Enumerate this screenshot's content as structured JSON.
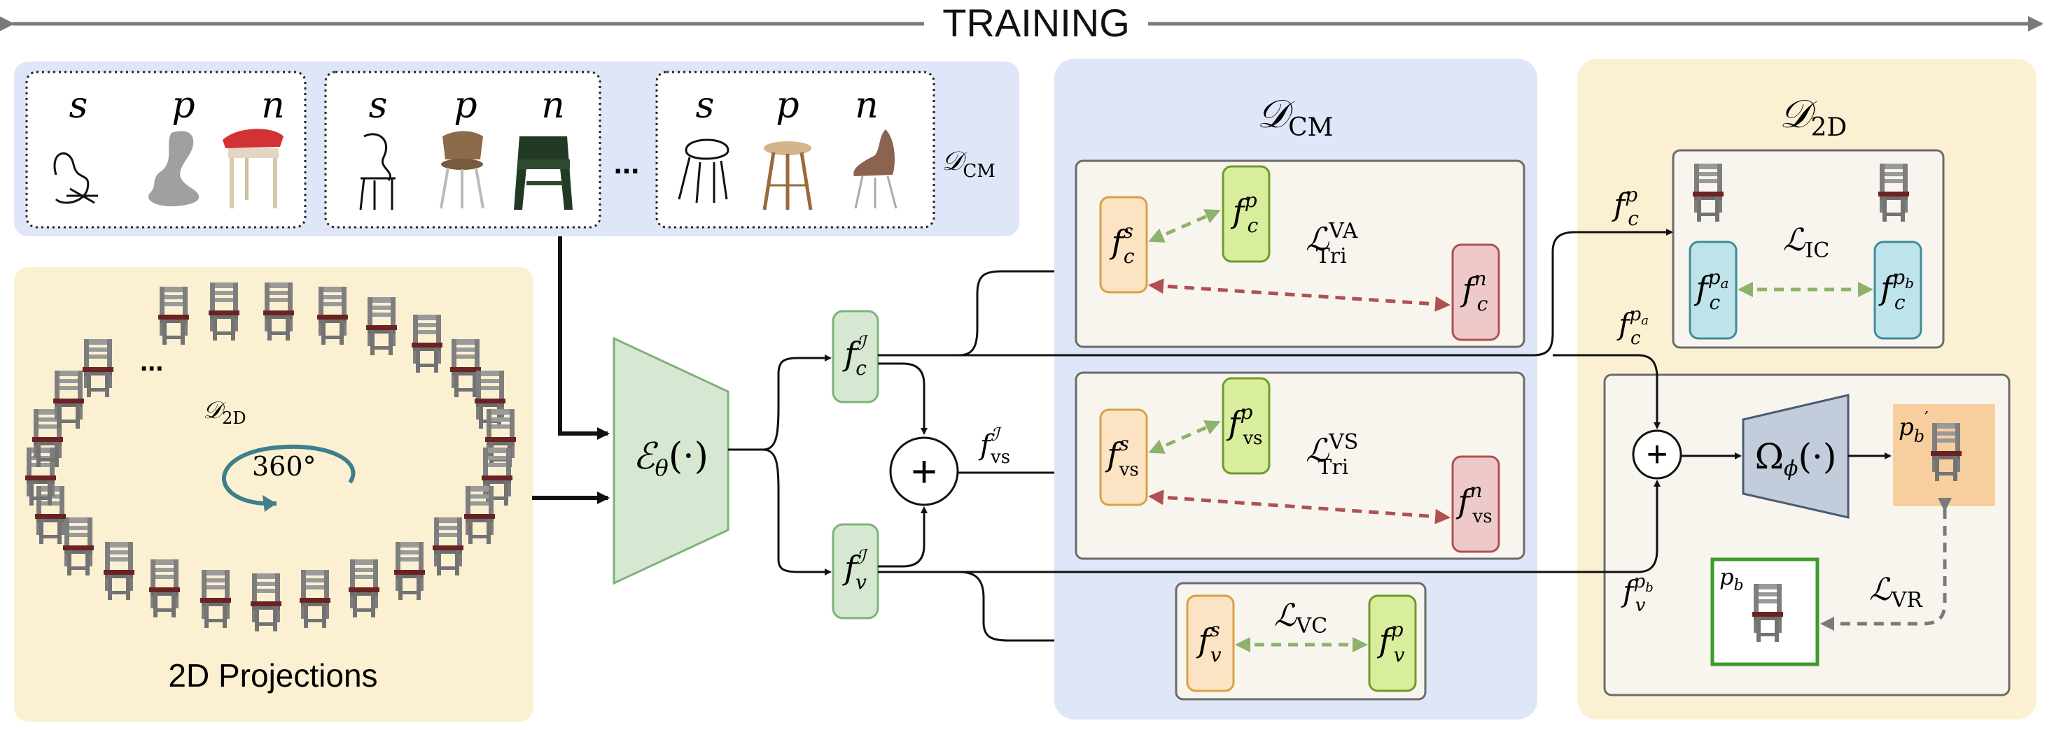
{
  "header": {
    "title": "TRAINING"
  },
  "top_strip": {
    "groups": [
      {
        "labels": [
          "s",
          "p",
          "n"
        ]
      },
      {
        "labels": [
          "s",
          "p",
          "n"
        ]
      },
      {
        "labels": [
          "s",
          "p",
          "n"
        ]
      }
    ],
    "ellipsis": "...",
    "dataset": {
      "main": "𝒟",
      "sub": "CM"
    }
  },
  "projections": {
    "dataset": {
      "main": "𝒟",
      "sub": "2D"
    },
    "rotation": "360°",
    "caption": "2D Projections"
  },
  "encoder": {
    "label": "ℰ",
    "sub": "θ",
    "args": "(·)"
  },
  "features": {
    "fcI": {
      "base": "f",
      "sup": "ℐ",
      "sub": "c"
    },
    "fvI": {
      "base": "f",
      "sup": "ℐ",
      "sub": "v"
    },
    "fvsI": {
      "base": "f",
      "sup": "ℐ",
      "sub": "vs"
    },
    "plus": "+"
  },
  "cm_panel": {
    "dataset": {
      "main": "𝒟",
      "sub": "CM"
    },
    "va_box": {
      "fs": {
        "base": "f",
        "sup": "s",
        "sub": "c"
      },
      "fp": {
        "base": "f",
        "sup": "p",
        "sub": "c"
      },
      "fn": {
        "base": "f",
        "sup": "n",
        "sub": "c"
      },
      "loss": {
        "base": "ℒ",
        "sup": "VA",
        "sub": "Tri"
      }
    },
    "vs_box": {
      "fs": {
        "base": "f",
        "sup": "s",
        "sub": "vs"
      },
      "fp": {
        "base": "f",
        "sup": "p",
        "sub": "vs"
      },
      "fn": {
        "base": "f",
        "sup": "n",
        "sub": "vs"
      },
      "loss": {
        "base": "ℒ",
        "sup": "VS",
        "sub": "Tri"
      }
    },
    "vc_box": {
      "fs": {
        "base": "f",
        "sup": "s",
        "sub": "v"
      },
      "fp": {
        "base": "f",
        "sup": "p",
        "sub": "v"
      },
      "loss": {
        "base": "ℒ",
        "sub": "VC"
      }
    }
  },
  "twod_panel": {
    "dataset": {
      "main": "𝒟",
      "sub": "2D"
    },
    "fcp": {
      "base": "f",
      "sup": "p",
      "sub": "c"
    },
    "fcpa_out": {
      "base": "f",
      "sup": "p",
      "supsub": "a",
      "sub": "c"
    },
    "fvpb_out": {
      "base": "f",
      "sup": "p",
      "supsub": "b",
      "sub": "v"
    },
    "ic_box": {
      "fpa": {
        "base": "f",
        "sup": "p",
        "supsub": "a",
        "sub": "c"
      },
      "fpb": {
        "base": "f",
        "sup": "p",
        "supsub": "b",
        "sub": "c"
      },
      "loss": {
        "base": "ℒ",
        "sub": "IC"
      }
    },
    "decoder": {
      "label": "Ω",
      "sub": "ϕ",
      "args": "(·)"
    },
    "pb_prime": {
      "base": "p",
      "sub": "b",
      "prime": "′"
    },
    "pb": {
      "base": "p",
      "sub": "b"
    },
    "loss_vr": {
      "base": "ℒ",
      "sub": "VR"
    },
    "plus": "+"
  },
  "colors": {
    "blue_panel": "#dfe6f7",
    "yellow_panel": "#fbf1d2",
    "inner_box": "#f8f5ee",
    "green_enc": "#d6e8d2",
    "orange_feat": "#fbe3c3",
    "lime_feat": "#d8ee9c",
    "red_feat": "#eec9c9",
    "blue_feat": "#bfe3ea",
    "decoder": "#c3ccdb",
    "arrow_red": "#b05050",
    "arrow_green": "#8eb26a",
    "gray_arrow": "#7a7a7a",
    "chair_gray": "#8a8a8a",
    "seat_red": "#7a2626"
  }
}
